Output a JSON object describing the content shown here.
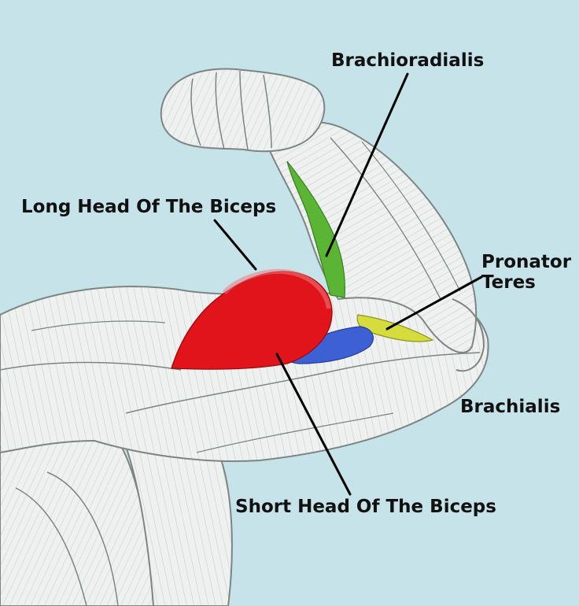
{
  "labels": {
    "brachioradialis": "Brachioradialis",
    "long_head": "Long Head Of The Biceps",
    "pronator_line1": "Pronator",
    "pronator_line2": "Teres",
    "brachialis": "Brachialis",
    "short_head": "Short Head Of The Biceps"
  },
  "colors": {
    "background": "#c6e3ea",
    "muscle_base": "#eef1ef",
    "muscle_stroke": "#7d8582",
    "long_head": "#e0141a",
    "short_head": "#3d61d4",
    "brachioradialis": "#5bb535",
    "pronator_teres": "#d5dc3c",
    "leader_line": "#000000"
  }
}
